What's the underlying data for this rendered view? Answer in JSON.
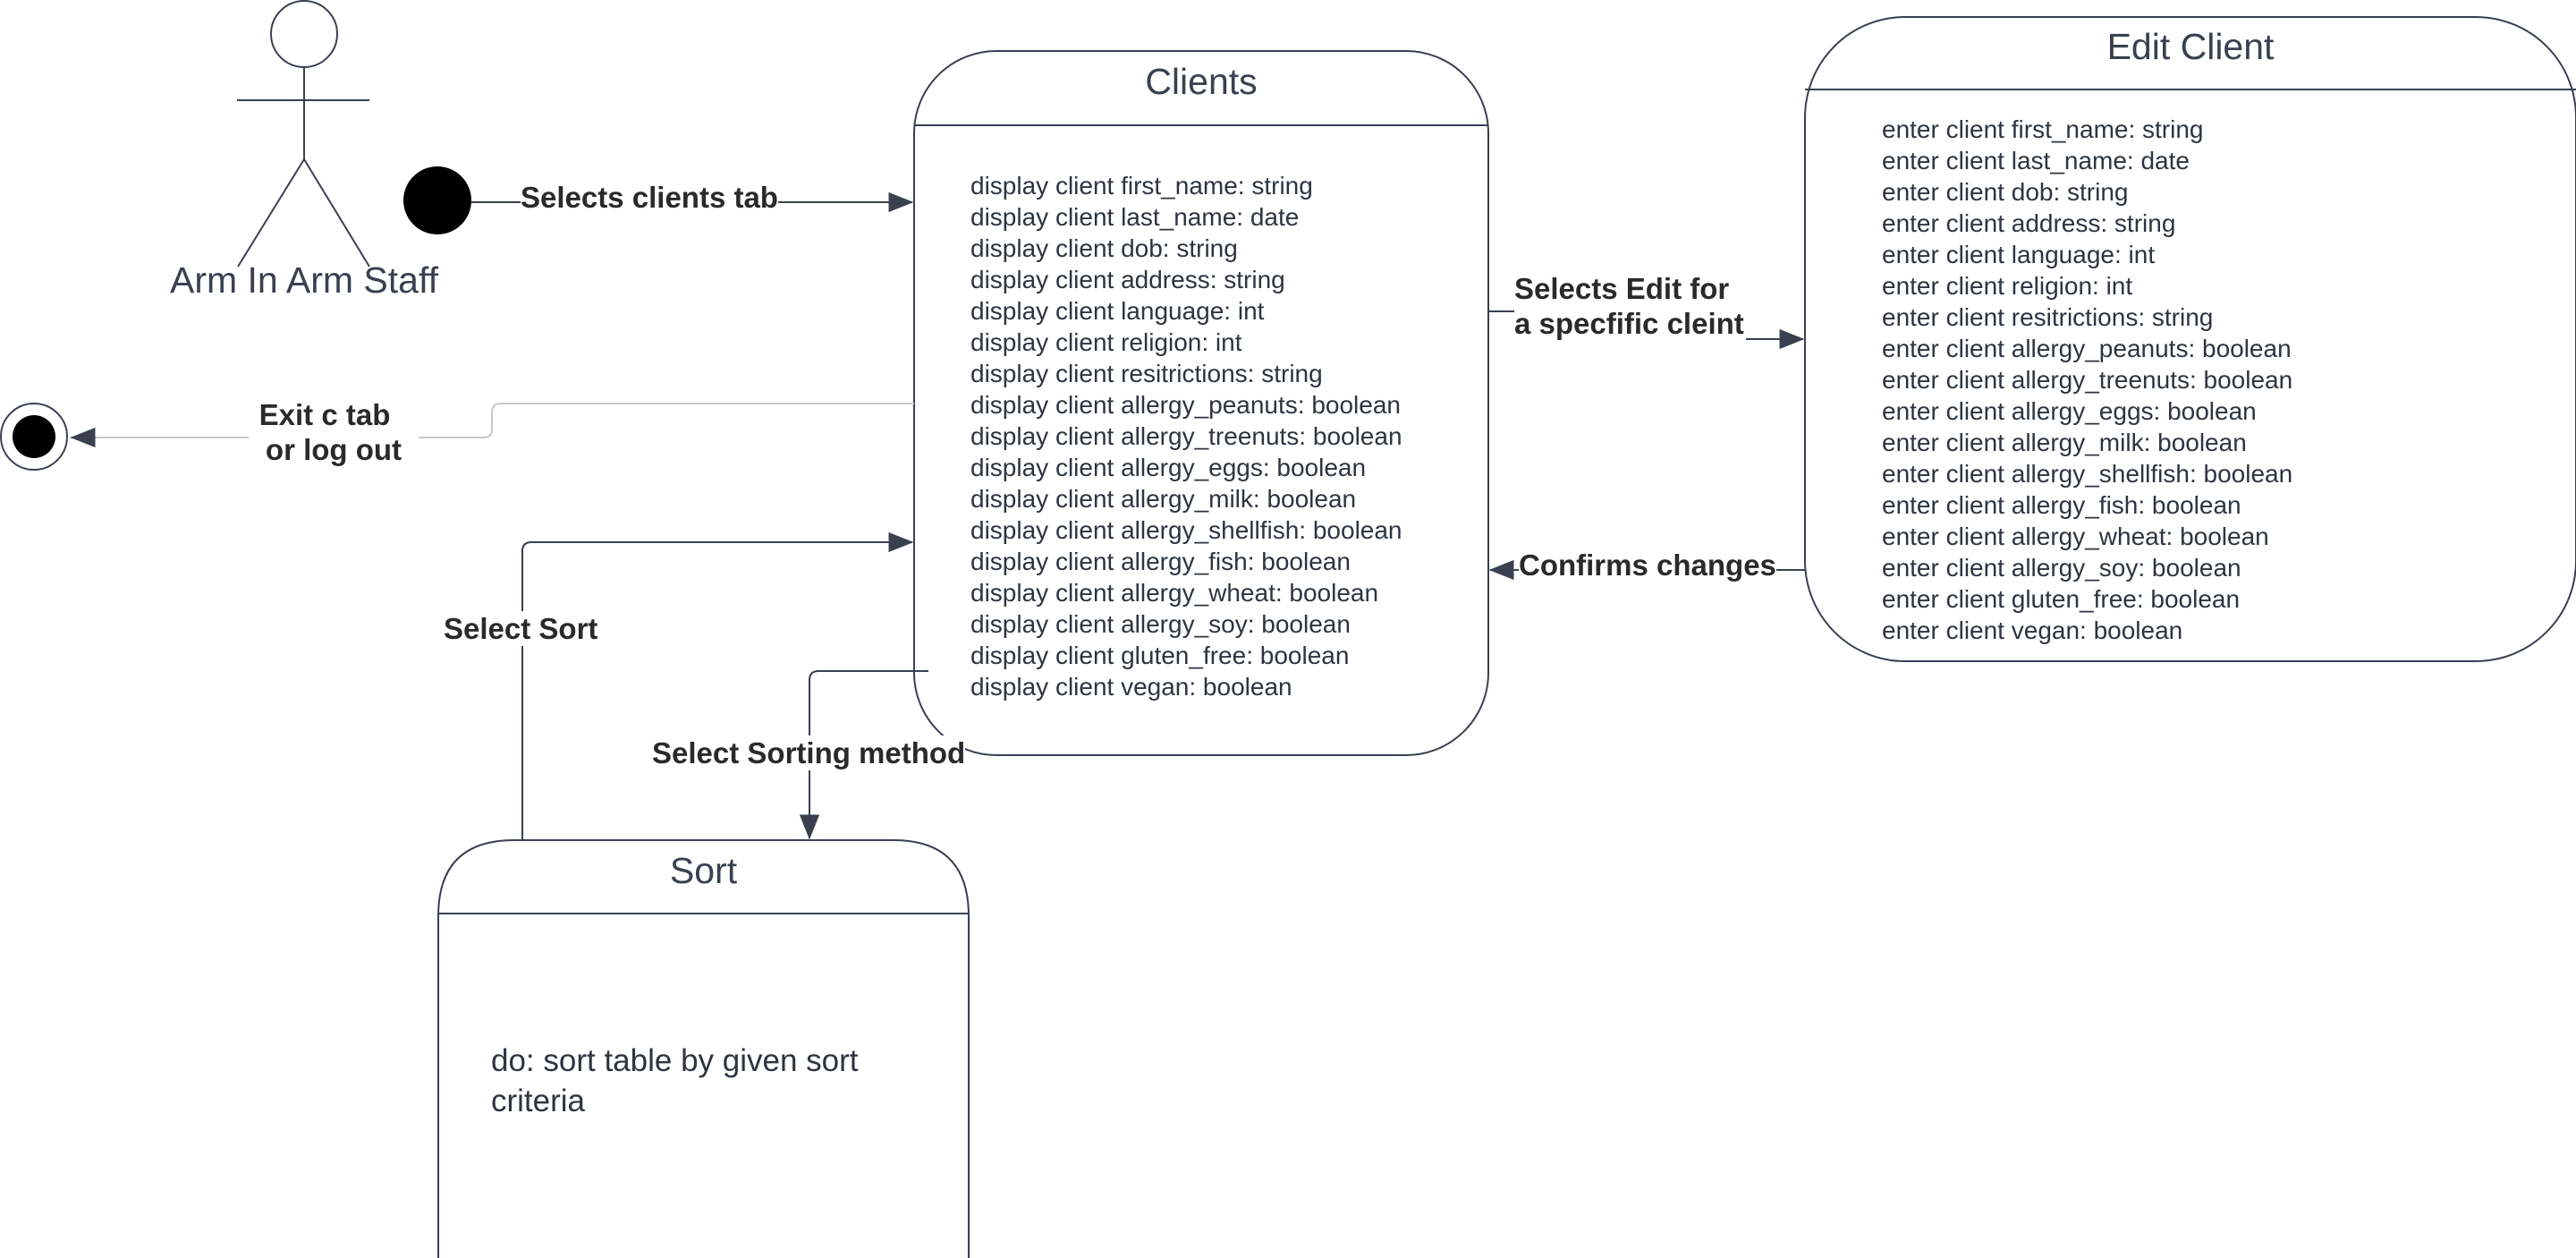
{
  "actor": {
    "name": "Arm In Arm Staff"
  },
  "states": {
    "clients": {
      "title": "Clients",
      "attributes": [
        "display client first_name: string",
        "display client last_name: date",
        "display client dob: string",
        "display client address: string",
        "display client language: int",
        "display client religion: int",
        "display client resitrictions: string",
        "display client allergy_peanuts: boolean",
        "display client allergy_treenuts: boolean",
        "display client allergy_eggs: boolean",
        "display client allergy_milk: boolean",
        "display client allergy_shellfish: boolean",
        "display client allergy_fish: boolean",
        "display client allergy_wheat: boolean",
        "display client allergy_soy: boolean",
        "display client gluten_free: boolean",
        "display client vegan: boolean"
      ]
    },
    "edit_client": {
      "title": "Edit Client",
      "attributes": [
        "enter client first_name: string",
        "enter client last_name: date",
        "enter client dob: string",
        "enter client address: string",
        "enter client language: int",
        "enter client religion: int",
        "enter client resitrictions: string",
        "enter client allergy_peanuts: boolean",
        "enter client allergy_treenuts: boolean",
        "enter client allergy_eggs: boolean",
        "enter client allergy_milk: boolean",
        "enter client allergy_shellfish: boolean",
        "enter client allergy_fish: boolean",
        "enter client allergy_wheat: boolean",
        "enter client allergy_soy: boolean",
        "enter client gluten_free: boolean",
        "enter client vegan: boolean"
      ]
    },
    "sort": {
      "title": "Sort",
      "activity": "do: sort table by given sort criteria"
    }
  },
  "transitions": {
    "selects_clients_tab": "Selects clients tab",
    "selects_edit": [
      "Selects Edit for",
      "a specfific cleint"
    ],
    "confirms_changes": "Confirms changes",
    "exit": [
      "Exit c tab",
      "or log out"
    ],
    "select_sort": "Select Sort",
    "select_sorting_method": "Select Sorting method"
  },
  "colors": {
    "stroke": "#3a4050",
    "text": "#2e3440",
    "node_fill": "#000000",
    "exit_line": "#c8c8cc"
  }
}
